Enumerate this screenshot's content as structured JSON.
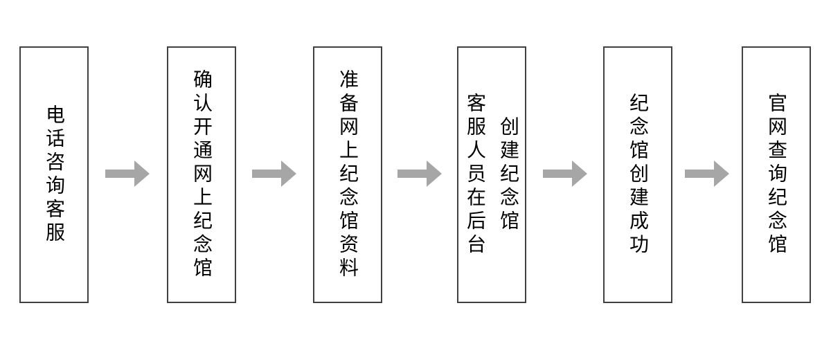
{
  "flowchart": {
    "stages": [
      {
        "id": 1,
        "lines": {
          "0": "电话咨询客服"
        }
      },
      {
        "id": 2,
        "lines": {
          "0": "确认开通网上纪念馆"
        }
      },
      {
        "id": 3,
        "lines": {
          "0": "准备网上纪念馆资料"
        }
      },
      {
        "id": 4,
        "lines": {
          "0": "客服人员在后台",
          "1": "创建纪念馆"
        }
      },
      {
        "id": 5,
        "lines": {
          "0": "纪念馆创建成功"
        }
      },
      {
        "id": 6,
        "lines": {
          "0": "官网查询纪念馆"
        }
      }
    ],
    "arrows": [
      {
        "direction": "right"
      },
      {
        "direction": "right"
      },
      {
        "direction": "right"
      },
      {
        "direction": "right"
      },
      {
        "direction": "right"
      }
    ],
    "colors": {
      "background": "#ffffff",
      "box_border": "#404040",
      "arrow": "#a6a6a6",
      "text": "#000000"
    }
  }
}
